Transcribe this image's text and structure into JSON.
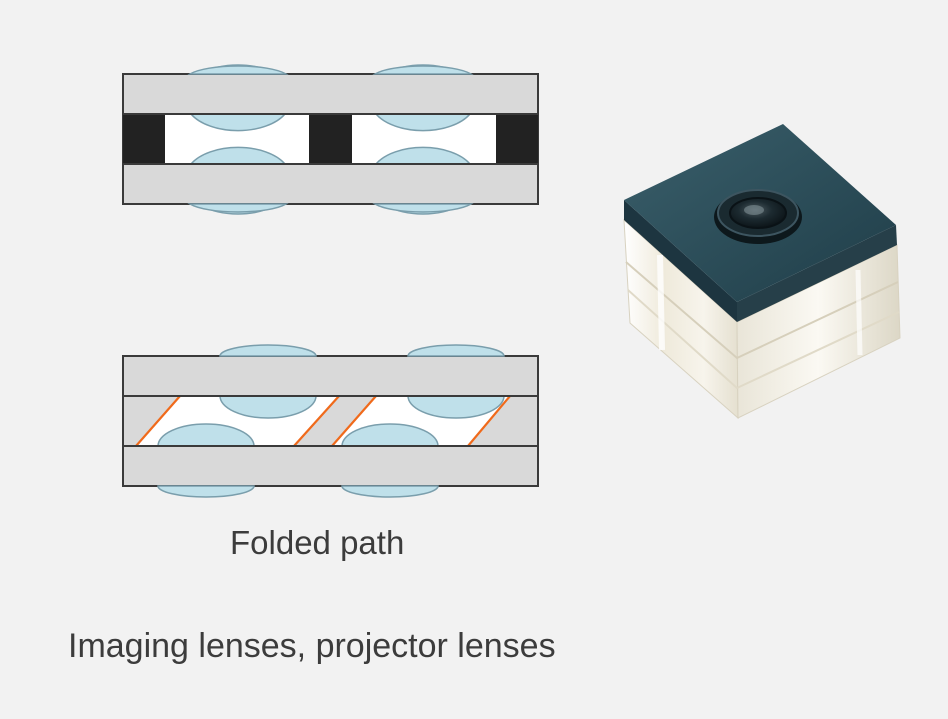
{
  "diagram": {
    "folded_caption": "Folded path",
    "main_caption": "Imaging lenses, projector lenses"
  },
  "colors": {
    "background": "#f2f2f2",
    "substrate_fill": "#d9d9d9",
    "outline": "#3a3a3a",
    "lens_fill": "#bfe0ea",
    "lens_stroke": "#7a9eac",
    "spacer_fill": "#222222",
    "mirror": "#f06a1b",
    "cube_top": "#2c4f5b",
    "cube_glass": "#f1eee6"
  },
  "icons": {
    "stacked_module": "wafer-level-lens-stack-diagram",
    "folded_module": "folded-path-lens-stack-diagram",
    "photo": "wafer-level-camera-module-photo"
  }
}
